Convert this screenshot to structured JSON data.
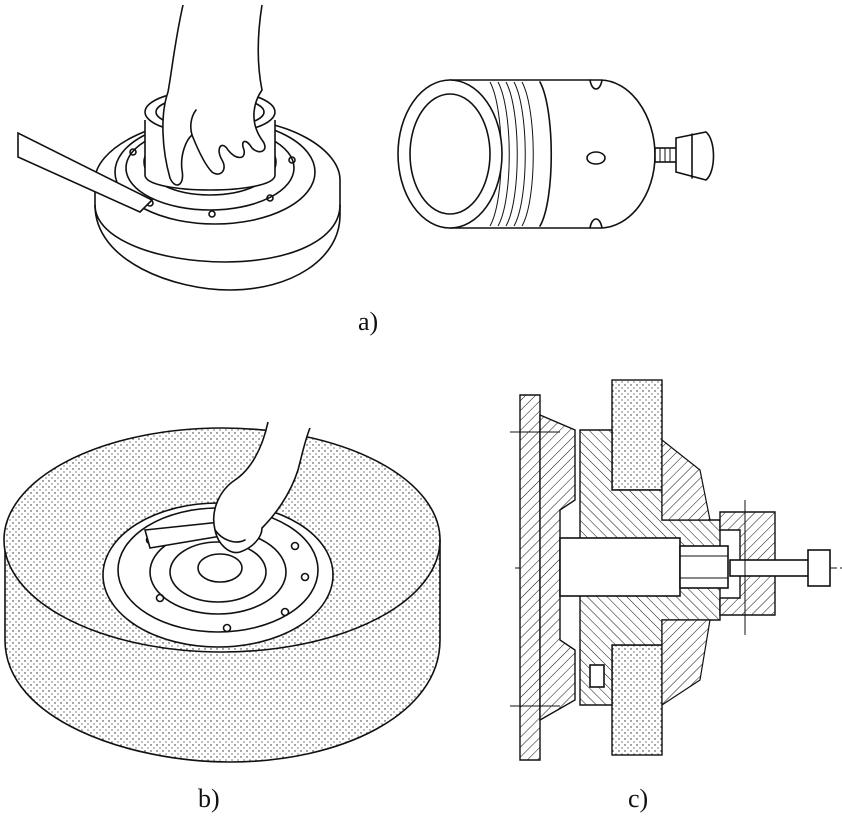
{
  "captions": {
    "a": "a)",
    "b": "b)",
    "c": "c)"
  }
}
